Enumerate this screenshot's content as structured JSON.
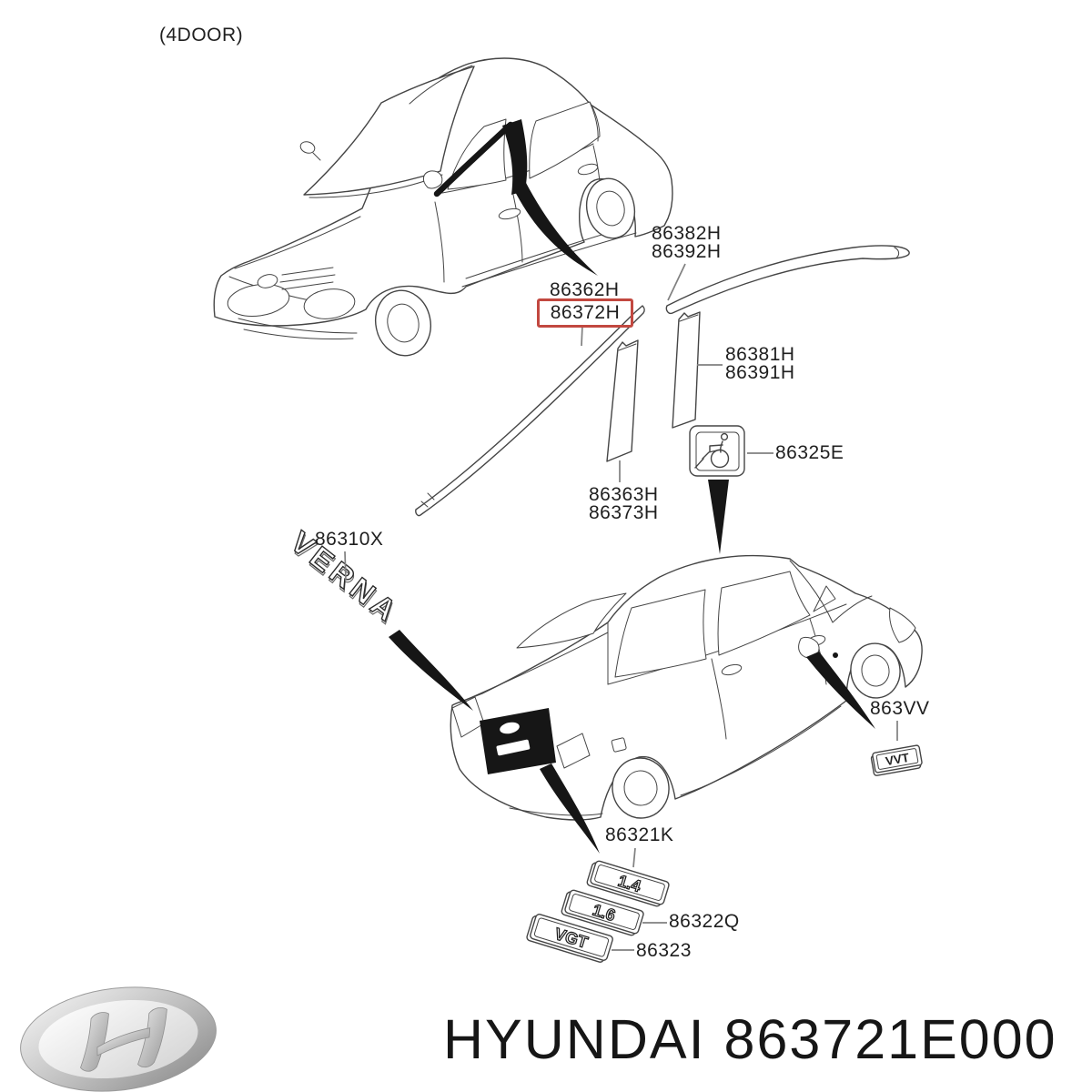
{
  "diagram": {
    "variant_label": "(4DOOR)",
    "highlight_color": "#c24840",
    "callouts": {
      "roof_molding_rear": {
        "line1": "86382H",
        "line2": "86392H"
      },
      "roof_molding_front": {
        "top": "86362H",
        "highlighted": "86372H"
      },
      "pillar_tape_rear": {
        "line1": "86381H",
        "line2": "86391H"
      },
      "handicap_emblem": {
        "label": "86325E"
      },
      "pillar_tape_front": {
        "line1": "86363H",
        "line2": "86373H"
      },
      "verna_emblem": {
        "label": "86310X"
      },
      "vvt_emblem": {
        "label": "863VV"
      },
      "engine_badge_14": {
        "label": "86321K"
      },
      "engine_badge_16": {
        "label": "86322Q"
      },
      "vgt_badge": {
        "label": "86323"
      }
    },
    "emblem_texts": {
      "verna": "VERNA",
      "b14": "1.4",
      "b16": "1.6",
      "vgt": "VGT",
      "vvt": "VVT"
    }
  },
  "footer": {
    "brand": "HYUNDAI",
    "part_number": "863721E000"
  }
}
